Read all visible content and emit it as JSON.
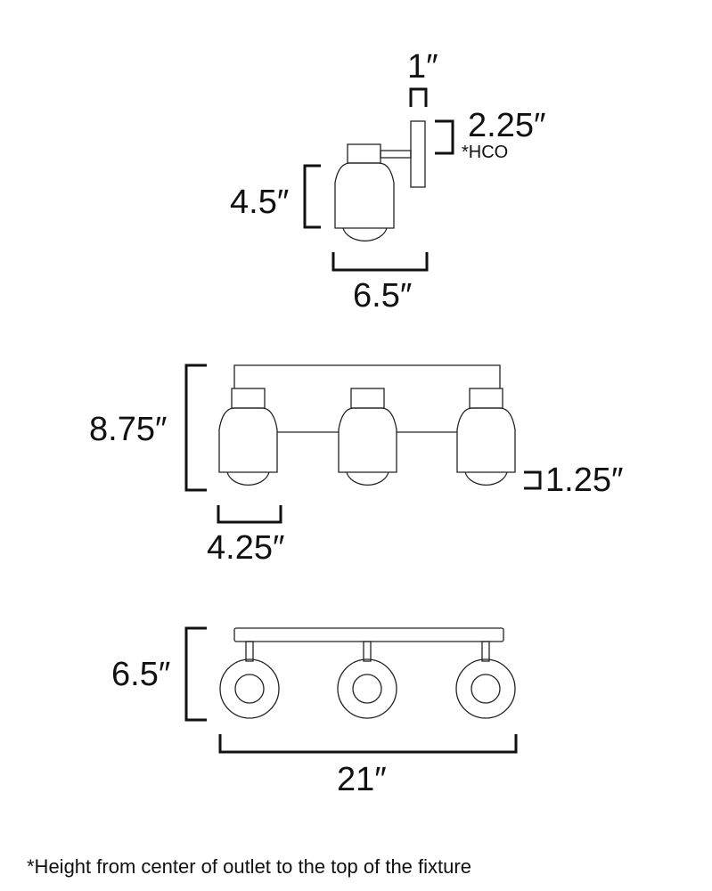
{
  "side_view": {
    "width": "1″",
    "backplate_height": "2.25″",
    "hco": "*HCO",
    "shade_height": "4.5″",
    "depth": "6.5″"
  },
  "front_view": {
    "height": "8.75″",
    "bulb_extension": "1.25″",
    "shade_width": "4.25″"
  },
  "top_view": {
    "depth": "6.5″",
    "length": "21″"
  },
  "footnote": "*Height from center of outlet to the top of the fixture"
}
